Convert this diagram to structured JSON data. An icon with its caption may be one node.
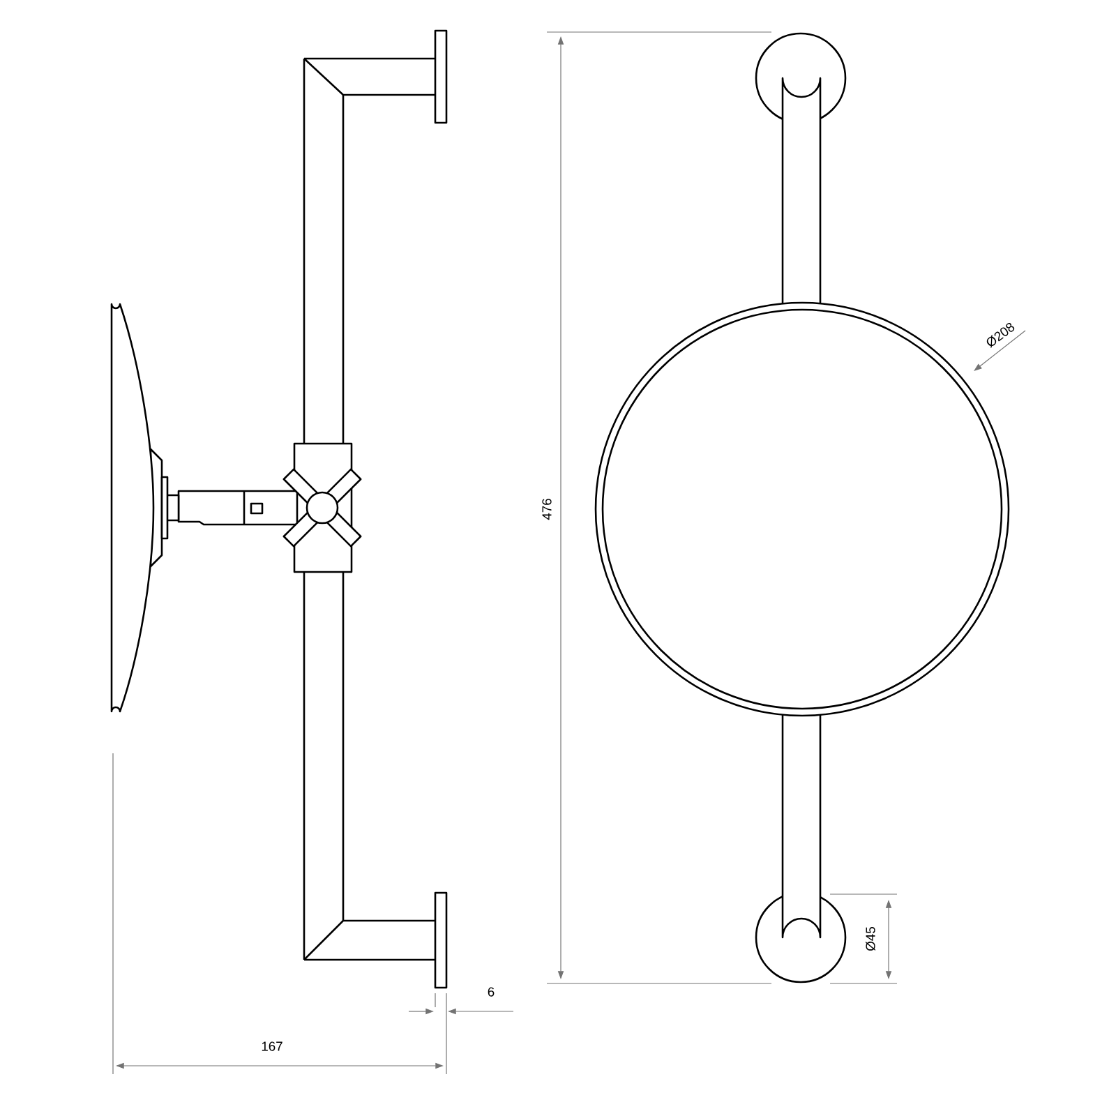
{
  "diagram": {
    "labels": [
      "476",
      "Ø208",
      "Ø45",
      "6",
      "167"
    ]
  }
}
